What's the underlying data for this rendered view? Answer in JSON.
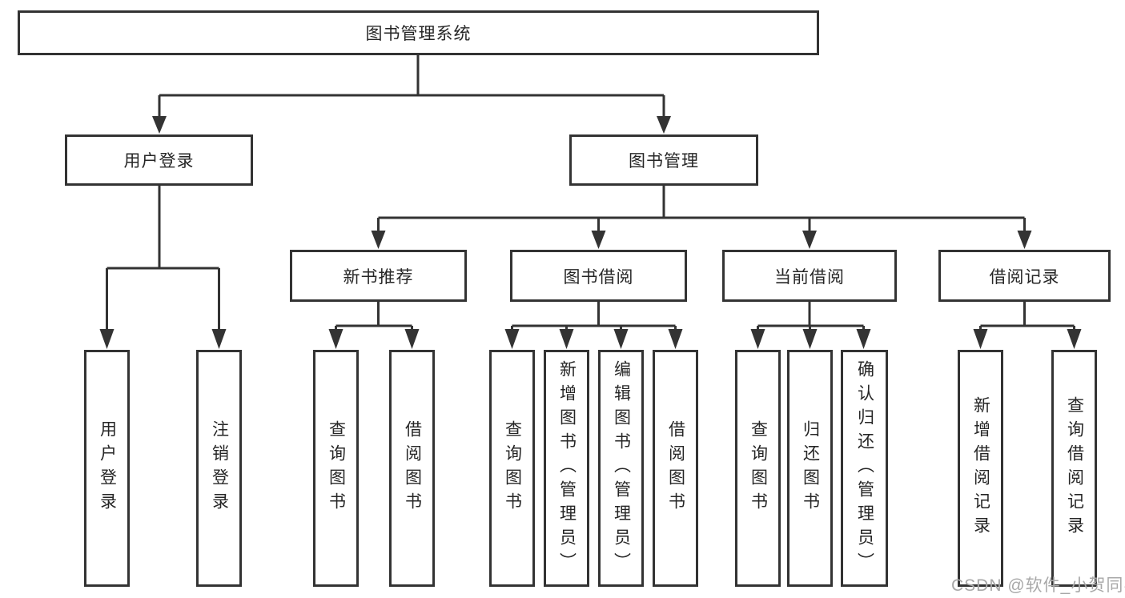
{
  "tree": {
    "label": "图书管理系统",
    "children": [
      {
        "label": "用户登录",
        "children": [
          {
            "label": "用户登录"
          },
          {
            "label": "注销登录"
          }
        ]
      },
      {
        "label": "图书管理",
        "children": [
          {
            "label": "新书推荐",
            "children": [
              {
                "label": "查询图书"
              },
              {
                "label": "借阅图书"
              }
            ]
          },
          {
            "label": "图书借阅",
            "children": [
              {
                "label": "查询图书"
              },
              {
                "label": "新增图书（管理员）"
              },
              {
                "label": "编辑图书（管理员）"
              },
              {
                "label": "借阅图书"
              }
            ]
          },
          {
            "label": "当前借阅",
            "children": [
              {
                "label": "查询图书"
              },
              {
                "label": "归还图书"
              },
              {
                "label": "确认归还（管理员）"
              }
            ]
          },
          {
            "label": "借阅记录",
            "children": [
              {
                "label": "新增借阅记录"
              },
              {
                "label": "查询借阅记录"
              }
            ]
          }
        ]
      }
    ]
  },
  "watermark": "CSDN @软件_小贺同学",
  "colors": {
    "line": "#333333",
    "text": "#262626",
    "watermark": "#a8a8a8",
    "background": "#ffffff"
  }
}
